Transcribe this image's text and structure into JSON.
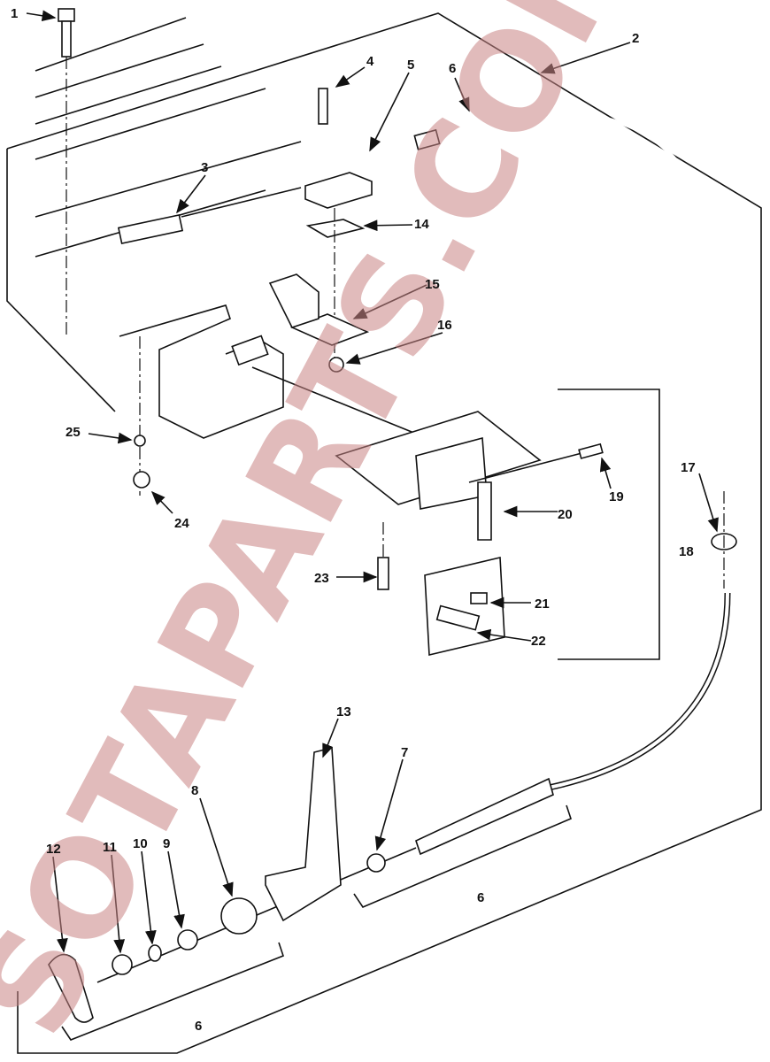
{
  "diagram": {
    "watermark": "SOTAPARTS.COM",
    "callouts": [
      "1",
      "2",
      "3",
      "4",
      "5",
      "6",
      "7",
      "8",
      "9",
      "10",
      "11",
      "12",
      "13",
      "14",
      "15",
      "16",
      "17",
      "18",
      "19",
      "20",
      "21",
      "22",
      "23",
      "24",
      "25",
      "6",
      "6"
    ]
  }
}
